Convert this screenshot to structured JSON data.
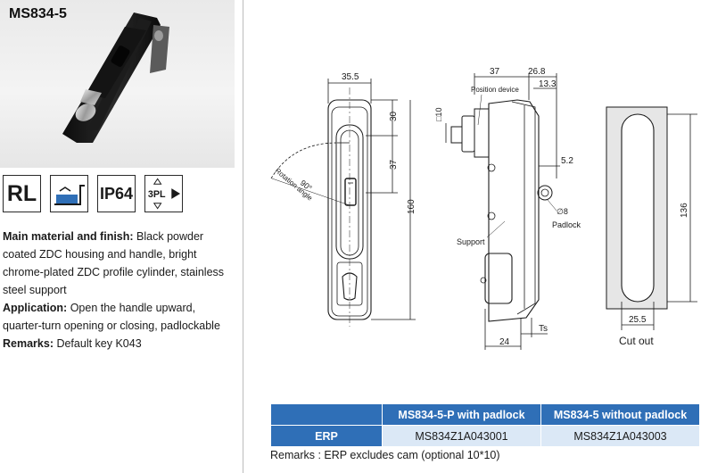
{
  "product": {
    "model": "MS834-5"
  },
  "icons": [
    {
      "name": "rl-icon",
      "text": "RL"
    },
    {
      "name": "mounting-icon",
      "text": ""
    },
    {
      "name": "ip64-icon",
      "text": "IP64"
    },
    {
      "name": "3pl-icon",
      "text": "3PL"
    }
  ],
  "description": {
    "material_label": "Main material and finish:",
    "material_text": " Black powder coated ZDC housing and handle, bright chrome-plated ZDC profile cylinder, stainless steel support",
    "application_label": "Application:",
    "application_text": " Open the handle upward, quarter-turn opening or closing, padlockable",
    "remarks_label": "Remarks:",
    "remarks_text": " Default key K043"
  },
  "drawing": {
    "dims": {
      "w35_5": "35.5",
      "d30": "30",
      "d37": "37",
      "d160": "160",
      "angle90": "90°",
      "rotation": "Rotation angle",
      "d10": "□10",
      "d37b": "37",
      "d26_8": "26.8",
      "d13_3": "13.3",
      "d5_2": "5.2",
      "d8": "∅8",
      "d24": "24",
      "ts": "Ts",
      "d136": "136",
      "d25_5": "25.5"
    },
    "labels": {
      "position_device": "Position device",
      "padlock": "Padlock",
      "support": "Support",
      "cut_out": "Cut out"
    }
  },
  "table": {
    "headers": [
      "",
      "MS834-5-P with padlock",
      "MS834-5 without padlock"
    ],
    "row_label": "ERP",
    "row_values": [
      "MS834Z1A043001",
      "MS834Z1A043003"
    ]
  },
  "remarks2": "Remarks : ERP excludes cam (optional 10*10)"
}
